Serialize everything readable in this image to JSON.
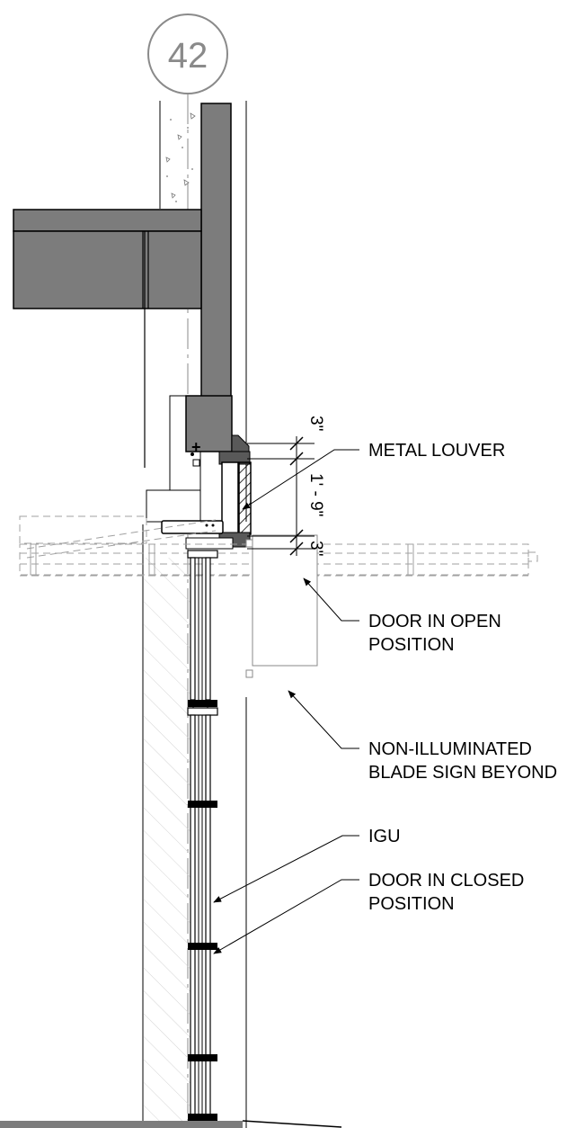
{
  "grid_bubble": {
    "number": "42"
  },
  "dimensions": {
    "top": "3\"",
    "middle": "1' - 9\"",
    "bottom": "3\""
  },
  "callouts": {
    "metal_louver": {
      "line1": "METAL LOUVER"
    },
    "door_open": {
      "line1": "DOOR IN OPEN",
      "line2": "POSITION"
    },
    "blade_sign": {
      "line1": "NON-ILLUMINATED",
      "line2": "BLADE SIGN BEYOND"
    },
    "igu": {
      "line1": "IGU"
    },
    "door_closed": {
      "line1": "DOOR IN CLOSED",
      "line2": "POSITION"
    }
  },
  "colors": {
    "structure_fill": "#7c7c7c",
    "structure_dark": "#595959",
    "line": "#000000",
    "hidden_line": "#a0a0a0",
    "grid_line": "#8a8a8a"
  }
}
